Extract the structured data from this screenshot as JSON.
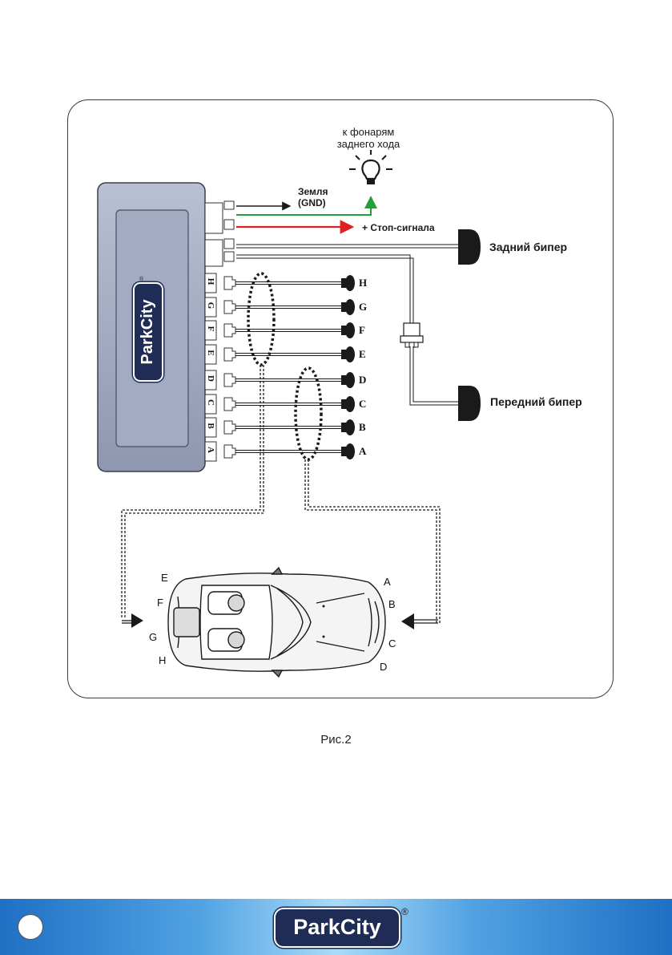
{
  "diagram": {
    "tail_lights_label": "к фонарям\nзаднего хода",
    "ground_label": "Земля\n(GND)",
    "brake_label": "+ Стоп-сигнала",
    "rear_buzzer_label": "Задний бипер",
    "front_buzzer_label": "Передний бипер",
    "unit_logo": "ParkCity",
    "port_letters": [
      "H",
      "G",
      "F",
      "E",
      "D",
      "C",
      "B",
      "A"
    ],
    "sensor_labels": [
      "H",
      "G",
      "F",
      "E",
      "D",
      "C",
      "B",
      "A"
    ],
    "car_labels_left": [
      "E",
      "F",
      "G",
      "H"
    ],
    "car_labels_right": [
      "A",
      "B",
      "C",
      "D"
    ],
    "wire_colors": {
      "ground": "#1a1a1a",
      "reverse": "#22a03a",
      "brake": "#e02020"
    }
  },
  "caption": "Рис.2",
  "footer": {
    "logo": "ParkCity",
    "registered_mark": "®"
  }
}
